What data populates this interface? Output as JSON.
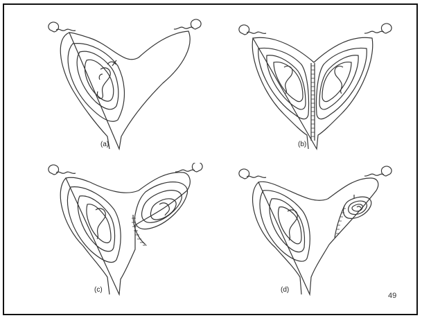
{
  "figure": {
    "panels": [
      {
        "label": "(a)"
      },
      {
        "label": "(b)"
      },
      {
        "label": "(c)"
      },
      {
        "label": "(d)"
      }
    ],
    "page_number": "49"
  }
}
